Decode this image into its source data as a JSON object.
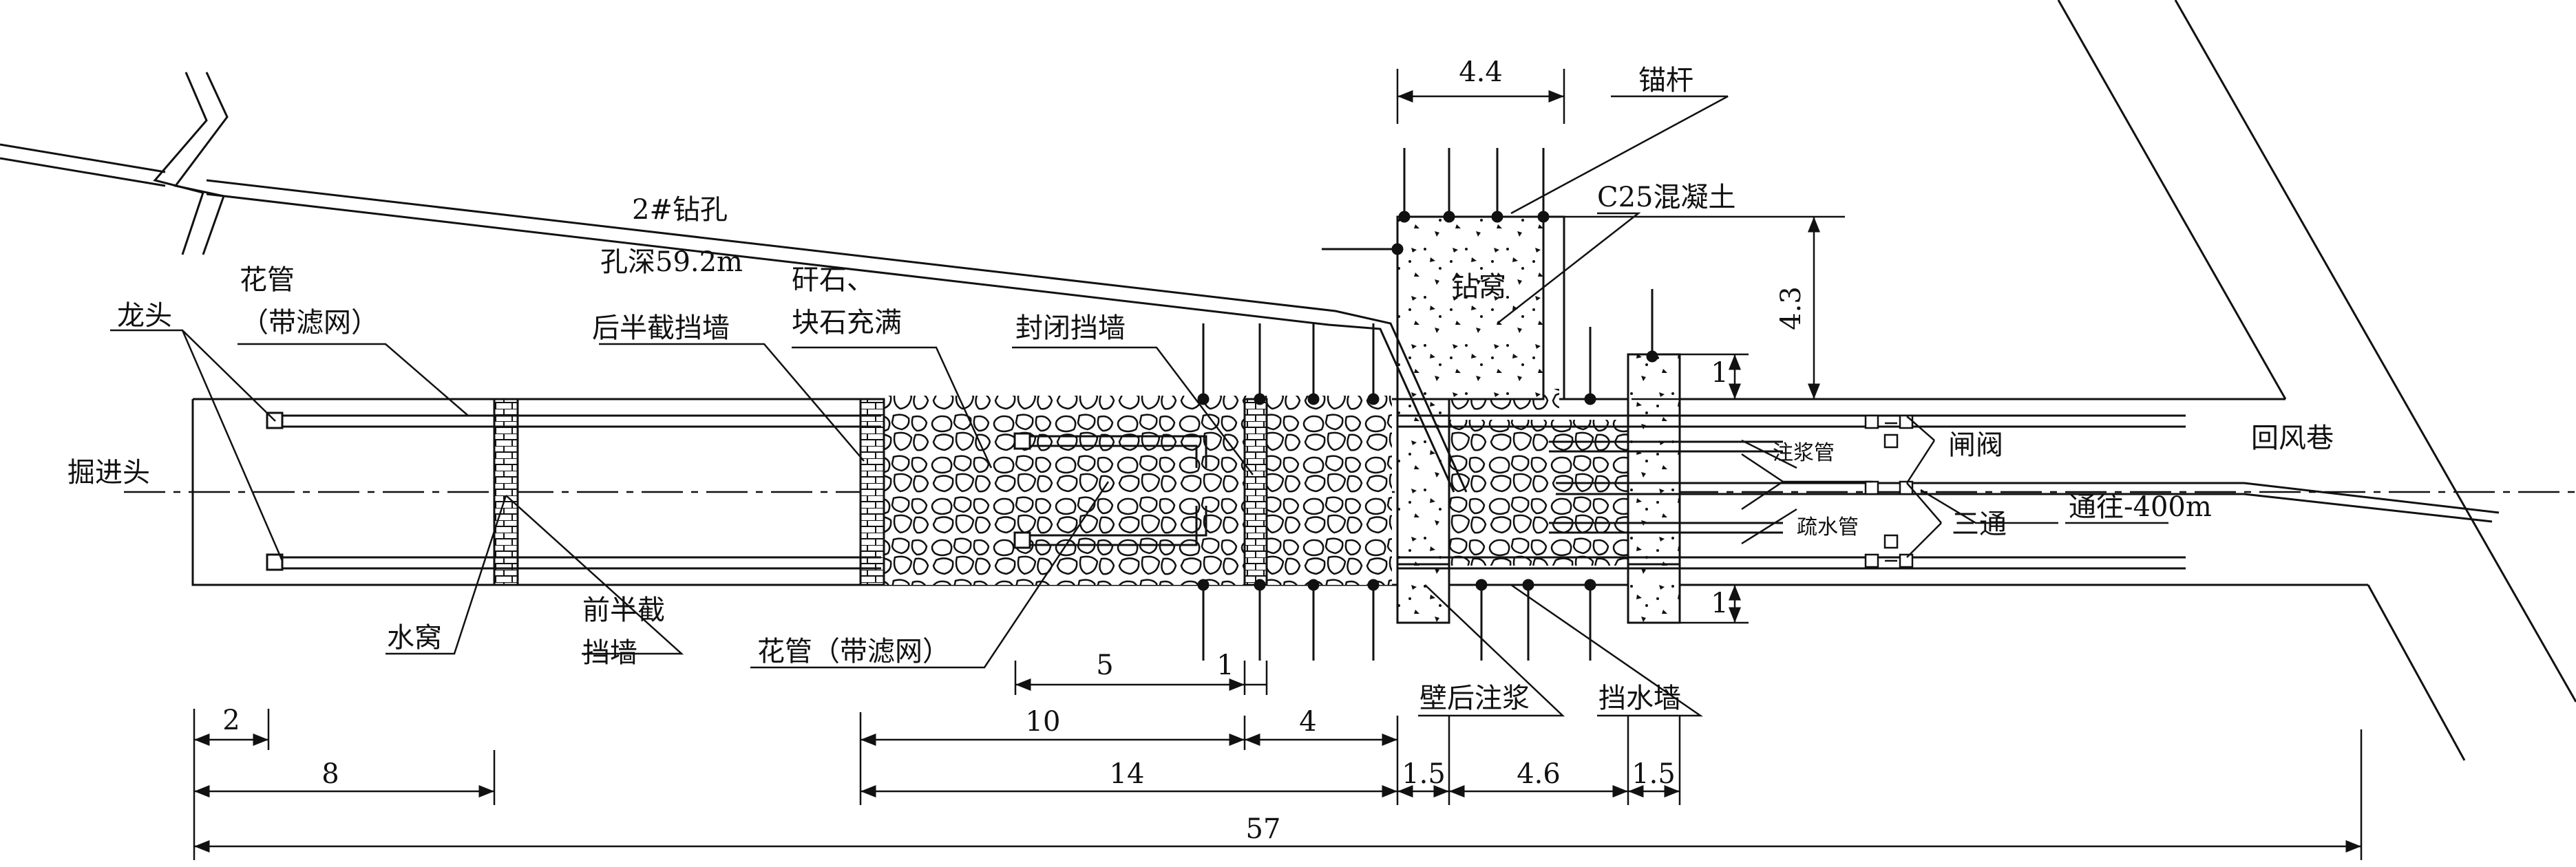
{
  "labels": {
    "longtou": "龙头",
    "huaguan_top_1": "花管",
    "huaguan_top_2": "（带滤网）",
    "houban": "后半截挡墙",
    "ganshi_1": "矸石、",
    "ganshi_2": "块石充满",
    "fengbi": "封闭挡墙",
    "maogan": "锚杆",
    "c25": "C25混凝土",
    "zuanwo": "钻窝",
    "hole_1": "2#钻孔",
    "hole_2": "孔深59.2m",
    "juejintou": "掘进头",
    "shuiwo": "水窝",
    "qianban_1": "前半截",
    "qianban_2": "挡墙",
    "huaguan_bottom": "花管（带滤网）",
    "bihou": "壁后注浆",
    "dangshui": "挡水墙",
    "zhujiang": "注浆管",
    "shushui": "疏水管",
    "zhafa": "闸阀",
    "santong": "三通",
    "tongwang": "通往-400m",
    "huifeng": "回风巷"
  },
  "dims": {
    "d4_4": "4.4",
    "d4_3": "4.3",
    "d1a": "1",
    "d1b": "1",
    "d5": "5",
    "d1c": "1",
    "d2": "2",
    "d10": "10",
    "d4": "4",
    "d8": "8",
    "d14": "14",
    "d1_5a": "1.5",
    "d4_6": "4.6",
    "d1_5b": "1.5",
    "d57": "57"
  }
}
